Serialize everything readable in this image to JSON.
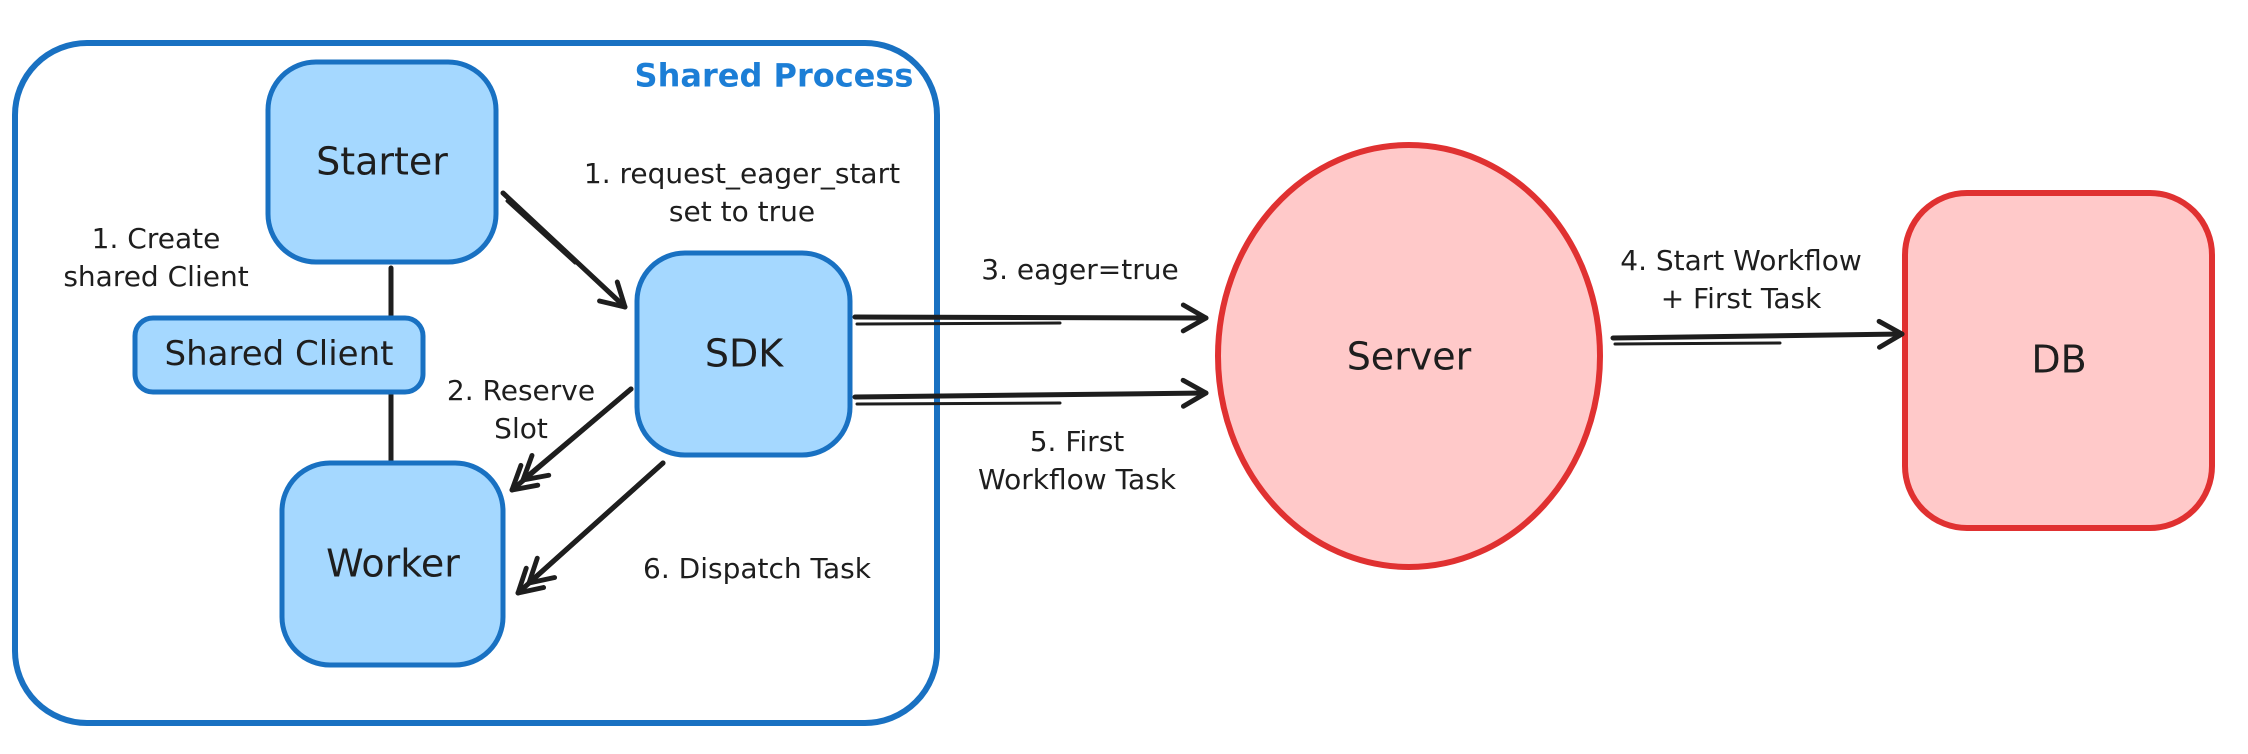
{
  "diagram": {
    "container_title": "Shared Process",
    "nodes": {
      "starter": "Starter",
      "shared_client": "Shared Client",
      "worker": "Worker",
      "sdk": "SDK",
      "server": "Server",
      "db": "DB"
    },
    "annotations": {
      "create_client": "1. Create\nshared Client",
      "request_eager_start": "1. request_eager_start\nset to true",
      "reserve_slot": "2. Reserve\nSlot",
      "eager_true": "3. eager=true",
      "start_workflow": "4. Start Workflow\n+ First Task",
      "first_workflow_task": "5. First\nWorkflow Task",
      "dispatch_task": "6. Dispatch Task"
    },
    "colors": {
      "blue_stroke": "#1971c2",
      "blue_fill": "#a5d8ff",
      "title_text": "#1c7ed6",
      "red_stroke": "#e03131",
      "red_fill": "#ffc9c9",
      "ink": "#1e1e1e",
      "background": "#ffffff"
    }
  }
}
